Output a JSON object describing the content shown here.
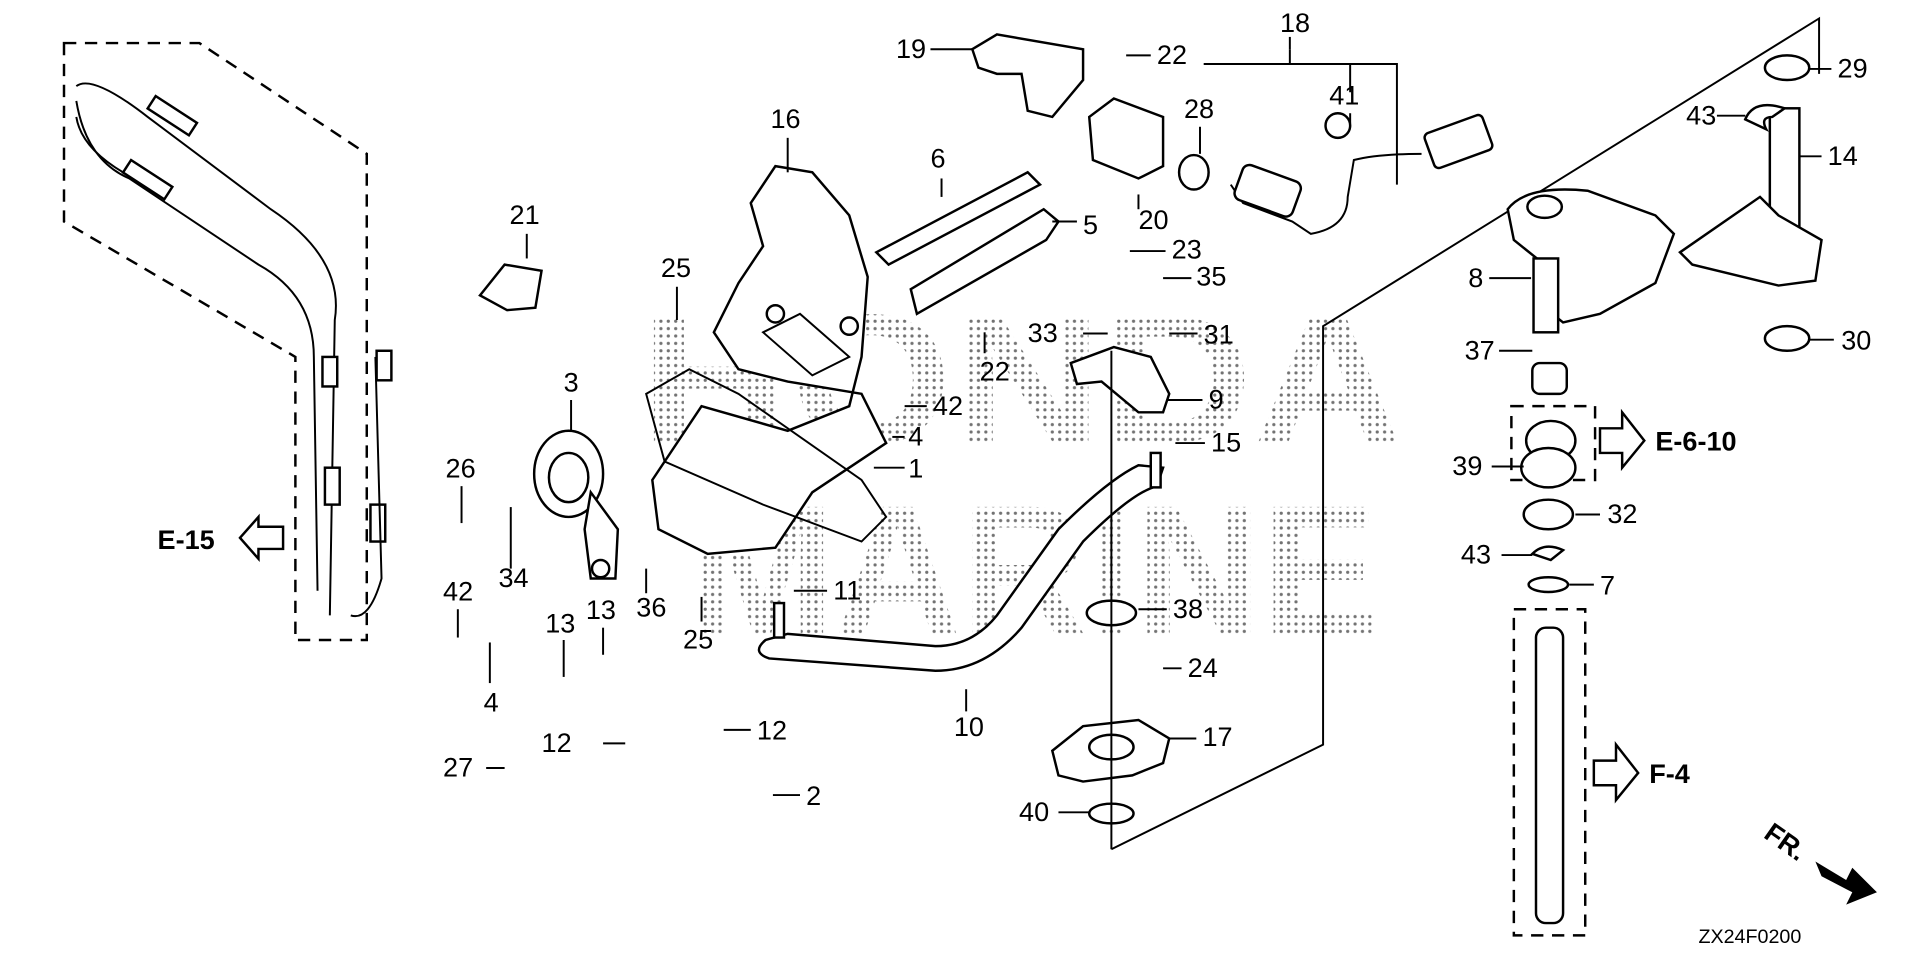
{
  "diagram": {
    "code": "ZX24F0200",
    "watermark": [
      "HONDA",
      "MARINE"
    ],
    "direction_label": "FR.",
    "references": [
      {
        "id": "ref-e15",
        "label": "E-15",
        "direction": "left"
      },
      {
        "id": "ref-e610",
        "label": "E-6-10",
        "direction": "right"
      },
      {
        "id": "ref-f4",
        "label": "F-4",
        "direction": "right"
      }
    ],
    "callouts": [
      {
        "n": "1"
      },
      {
        "n": "2"
      },
      {
        "n": "3"
      },
      {
        "n": "4"
      },
      {
        "n": "4"
      },
      {
        "n": "5"
      },
      {
        "n": "6"
      },
      {
        "n": "7"
      },
      {
        "n": "8"
      },
      {
        "n": "9"
      },
      {
        "n": "10"
      },
      {
        "n": "11"
      },
      {
        "n": "12"
      },
      {
        "n": "12"
      },
      {
        "n": "13"
      },
      {
        "n": "13"
      },
      {
        "n": "14"
      },
      {
        "n": "15"
      },
      {
        "n": "16"
      },
      {
        "n": "17"
      },
      {
        "n": "18"
      },
      {
        "n": "19"
      },
      {
        "n": "20"
      },
      {
        "n": "21"
      },
      {
        "n": "22"
      },
      {
        "n": "22"
      },
      {
        "n": "23"
      },
      {
        "n": "24"
      },
      {
        "n": "25"
      },
      {
        "n": "25"
      },
      {
        "n": "26"
      },
      {
        "n": "27"
      },
      {
        "n": "28"
      },
      {
        "n": "29"
      },
      {
        "n": "30"
      },
      {
        "n": "31"
      },
      {
        "n": "32"
      },
      {
        "n": "33"
      },
      {
        "n": "34"
      },
      {
        "n": "35"
      },
      {
        "n": "36"
      },
      {
        "n": "37"
      },
      {
        "n": "38"
      },
      {
        "n": "39"
      },
      {
        "n": "40"
      },
      {
        "n": "41"
      },
      {
        "n": "42"
      },
      {
        "n": "42"
      },
      {
        "n": "43"
      },
      {
        "n": "43"
      }
    ]
  }
}
